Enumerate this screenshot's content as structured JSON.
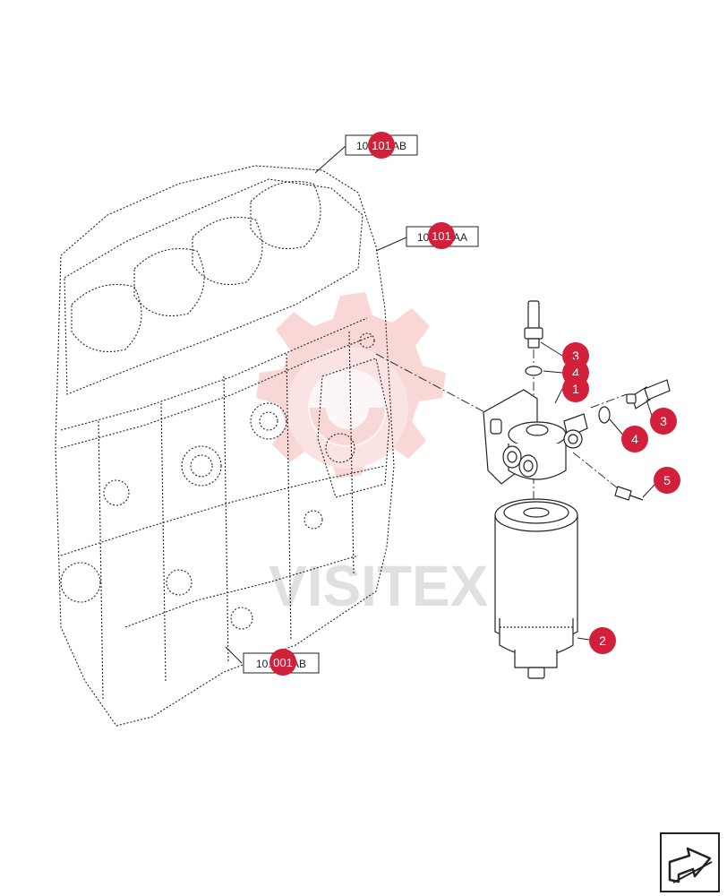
{
  "diagram": {
    "watermark_text": "VISITEX",
    "accent_color": "#d3203a",
    "watermark_color": "#f4b7b7",
    "line_color": "#1a1a1a",
    "reference_boxes": [
      {
        "id": "ref-top",
        "label": "10.101.AB",
        "badge": "101"
      },
      {
        "id": "ref-mid",
        "label": "10.101.AA",
        "badge": "101"
      },
      {
        "id": "ref-bottom",
        "label": "10.001.AB",
        "badge": "001"
      }
    ],
    "callouts": [
      {
        "id": "c-3a",
        "label": "3"
      },
      {
        "id": "c-4a",
        "label": "4"
      },
      {
        "id": "c-1",
        "label": "1"
      },
      {
        "id": "c-4b",
        "label": "4"
      },
      {
        "id": "c-3b",
        "label": "3"
      },
      {
        "id": "c-5",
        "label": "5"
      },
      {
        "id": "c-2",
        "label": "2"
      }
    ],
    "nav_icon": "next-page-arrow-icon"
  }
}
